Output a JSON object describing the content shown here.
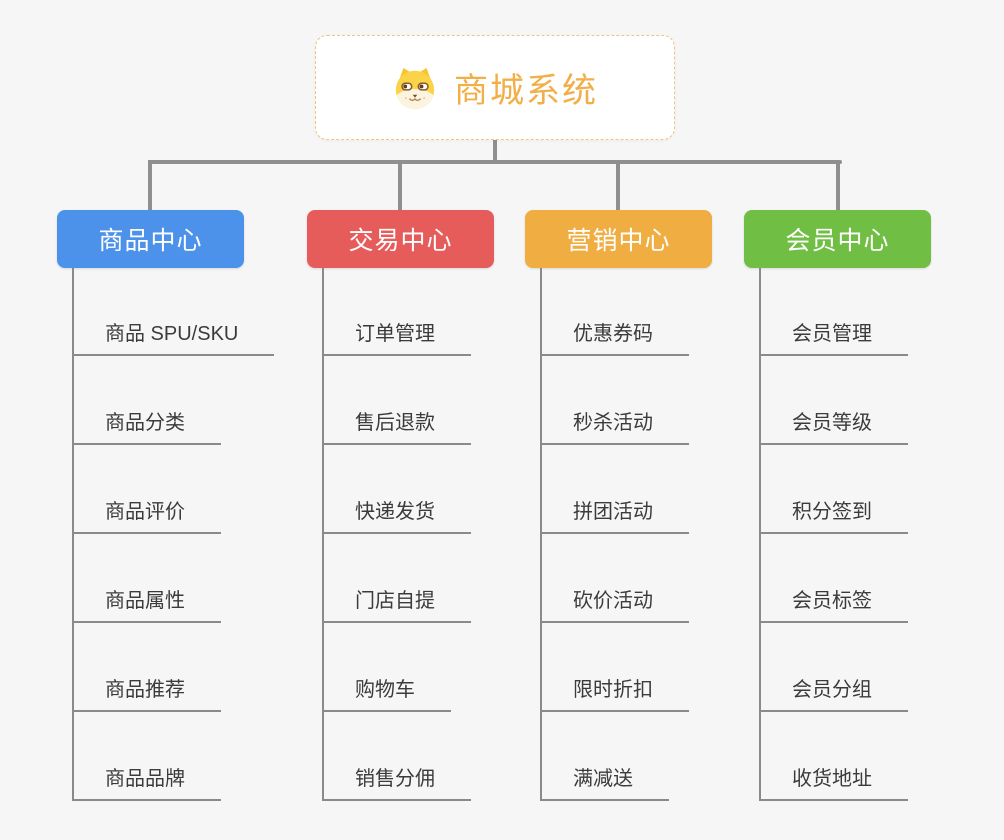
{
  "root": {
    "title": "商城系统",
    "icon": "dog-face-icon"
  },
  "branches": [
    {
      "label": "商品中心",
      "color": "#4c92ea",
      "items": [
        "商品 SPU/SKU",
        "商品分类",
        "商品评价",
        "商品属性",
        "商品推荐",
        "商品品牌"
      ]
    },
    {
      "label": "交易中心",
      "color": "#e65c5b",
      "items": [
        "订单管理",
        "售后退款",
        "快递发货",
        "门店自提",
        "购物车",
        "销售分佣"
      ]
    },
    {
      "label": "营销中心",
      "color": "#efad42",
      "items": [
        "优惠券码",
        "秒杀活动",
        "拼团活动",
        "砍价活动",
        "限时折扣",
        "满减送"
      ]
    },
    {
      "label": "会员中心",
      "color": "#70be44",
      "items": [
        "会员管理",
        "会员等级",
        "积分签到",
        "会员标签",
        "会员分组",
        "收货地址"
      ]
    }
  ],
  "colors": {
    "background": "#f6f6f6",
    "connector": "#8f8f8f",
    "root_text": "#f2ae47",
    "root_border": "#f0c47c",
    "leaf_text": "#3b3b3b",
    "node_text": "#ffffff"
  }
}
